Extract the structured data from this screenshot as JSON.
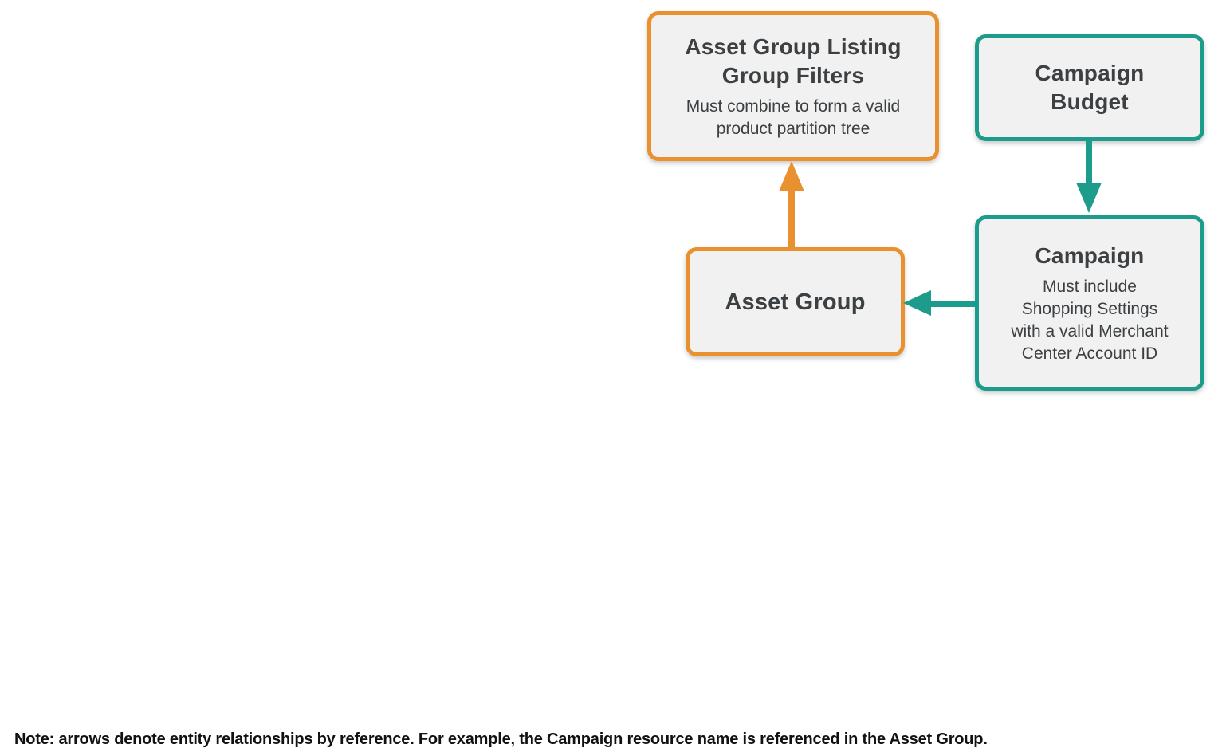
{
  "colors": {
    "orange": "#E9912F",
    "teal": "#1E9C8B",
    "node_fill": "#F1F1F1",
    "node_title_text": "#3C4043",
    "node_sub_text": "#3C4043",
    "note_text": "#111111",
    "background": "#FFFFFF"
  },
  "diagram": {
    "nodes": {
      "asset_group_listing_group_filters": {
        "title": "Asset Group Listing Group Filters",
        "title_lines": [
          "Asset Group Listing",
          "Group Filters"
        ],
        "subtitle": "Must combine to form a valid product partition tree",
        "subtitle_lines": [
          "Must combine to form a valid",
          "product partition tree"
        ],
        "accent": "orange"
      },
      "campaign_budget": {
        "title": "Campaign Budget",
        "title_lines": [
          "Campaign",
          "Budget"
        ],
        "accent": "teal"
      },
      "campaign": {
        "title": "Campaign",
        "title_lines": [
          "Campaign"
        ],
        "subtitle": "Must include Shopping Settings with a valid Merchant Center Account ID",
        "subtitle_lines": [
          "Must include",
          "Shopping Settings",
          "with a valid Merchant",
          "Center Account ID"
        ],
        "accent": "teal"
      },
      "asset_group": {
        "title": "Asset Group",
        "title_lines": [
          "Asset Group"
        ],
        "accent": "orange"
      }
    },
    "edges": [
      {
        "from": "asset_group",
        "to": "asset_group_listing_group_filters",
        "accent": "orange",
        "direction": "up"
      },
      {
        "from": "campaign_budget",
        "to": "campaign",
        "accent": "teal",
        "direction": "down"
      },
      {
        "from": "campaign",
        "to": "asset_group",
        "accent": "teal",
        "direction": "left"
      }
    ]
  },
  "note": "Note: arrows denote entity relationships by reference. For example, the Campaign resource name is referenced in the Asset Group."
}
